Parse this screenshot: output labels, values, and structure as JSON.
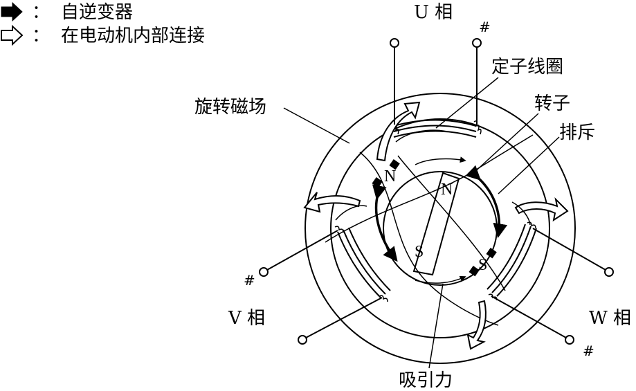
{
  "legend": {
    "separator": "：",
    "solid_arrow_text": "自逆变器",
    "hollow_arrow_text": "在电动机内部连接"
  },
  "phases": {
    "u": "U 相",
    "v": "V 相",
    "w": "W 相",
    "mark": "#"
  },
  "callouts": {
    "stator_coil": "定子线圈",
    "rotor": "转子",
    "rotating_field": "旋转磁场",
    "repulsion": "排斥",
    "attraction": "吸引力"
  },
  "poles": {
    "rotor_n": "N",
    "rotor_s": "S",
    "stator_n": "N",
    "stator_s": "S"
  }
}
